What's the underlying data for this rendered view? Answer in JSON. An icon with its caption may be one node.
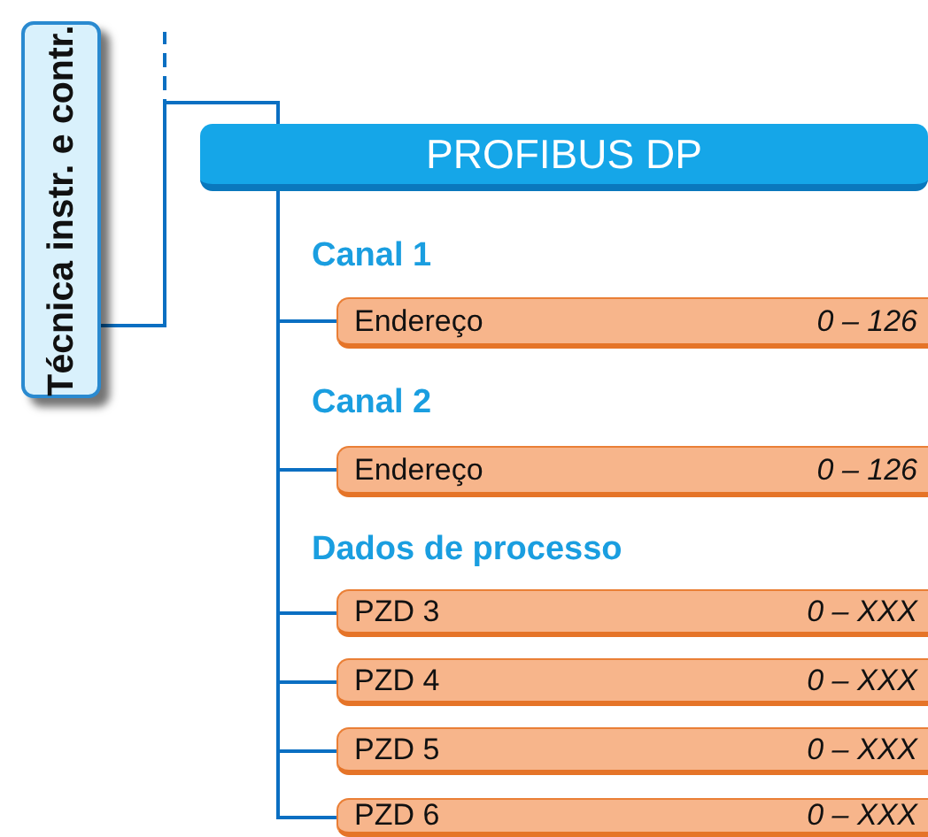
{
  "diagram": {
    "nodes": [
      {
        "text": [
          "Técnica instr. e contr."
        ]
      },
      {
        "text": [
          "PROFIBUS DP"
        ]
      },
      {
        "text": [
          "Endereço",
          "0 – 126"
        ]
      },
      {
        "text": [
          "Endereço",
          "0 – 126"
        ]
      },
      {
        "text": [
          "PZD 3",
          "0 – XXX"
        ]
      },
      {
        "text": [
          "PZD 4",
          "0 – XXX"
        ]
      },
      {
        "text": [
          "PZD 5",
          "0 – XXX"
        ]
      },
      {
        "text": [
          "PZD 6",
          "0 – XXX"
        ]
      }
    ],
    "edges": [
      {
        "from": 0,
        "to": 1,
        "arrow": "none"
      },
      {
        "from": 0,
        "to": null,
        "arrow": "none",
        "style": "dashed"
      },
      {
        "from": 1,
        "to": 2,
        "arrow": "none"
      },
      {
        "from": 1,
        "to": 3,
        "arrow": "none"
      },
      {
        "from": 1,
        "to": 4,
        "arrow": "none"
      },
      {
        "from": 1,
        "to": 5,
        "arrow": "none"
      },
      {
        "from": 1,
        "to": 6,
        "arrow": "none"
      },
      {
        "from": 1,
        "to": 7,
        "arrow": "none"
      }
    ],
    "labels": [
      "Canal 1",
      "Canal 2",
      "Dados de processo"
    ]
  }
}
